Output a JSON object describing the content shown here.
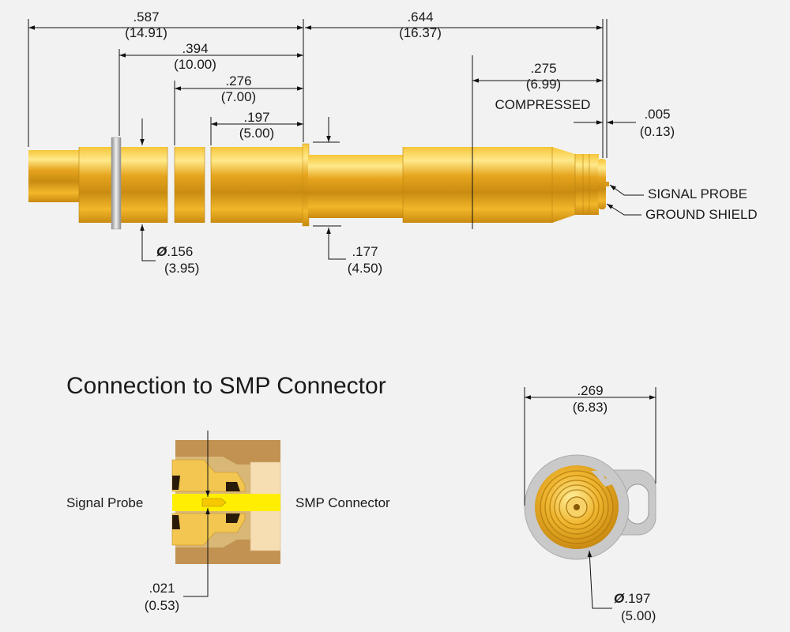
{
  "top_dims": {
    "d587": {
      "in": ".587",
      "mm": "(14.91)"
    },
    "d394": {
      "in": ".394",
      "mm": "(10.00)"
    },
    "d276": {
      "in": ".276",
      "mm": "(7.00)"
    },
    "d197": {
      "in": ".197",
      "mm": "(5.00)"
    },
    "d644": {
      "in": ".644",
      "mm": "(16.37)"
    },
    "d275": {
      "in": ".275",
      "mm": "(6.99)",
      "note": "COMPRESSED"
    },
    "d005": {
      "in": ".005",
      "mm": "(0.13)"
    },
    "dia156": {
      "in": ".156",
      "mm": "(3.95)"
    },
    "d177": {
      "in": ".177",
      "mm": "(4.50)"
    }
  },
  "callouts": {
    "signal_probe": "SIGNAL PROBE",
    "ground_shield": "GROUND SHIELD"
  },
  "section": {
    "title": "Connection to SMP Connector",
    "left_label": "Signal Probe",
    "right_label": "SMP Connector",
    "d021": {
      "in": ".021",
      "mm": "(0.53)"
    }
  },
  "end_view": {
    "d269": {
      "in": ".269",
      "mm": "(6.83)"
    },
    "dia197": {
      "in": ".197",
      "mm": "(5.00)"
    }
  },
  "symbols": {
    "diameter": "Ø"
  },
  "colors": {
    "gold": "#e3a41c",
    "gold_light": "#ffe27a",
    "gold_dark": "#b87a0c",
    "steel": "#b9b9b9",
    "sand": "#f5dcb0",
    "bronze": "#bf8f4e",
    "signal_yellow": "#ffee00"
  }
}
